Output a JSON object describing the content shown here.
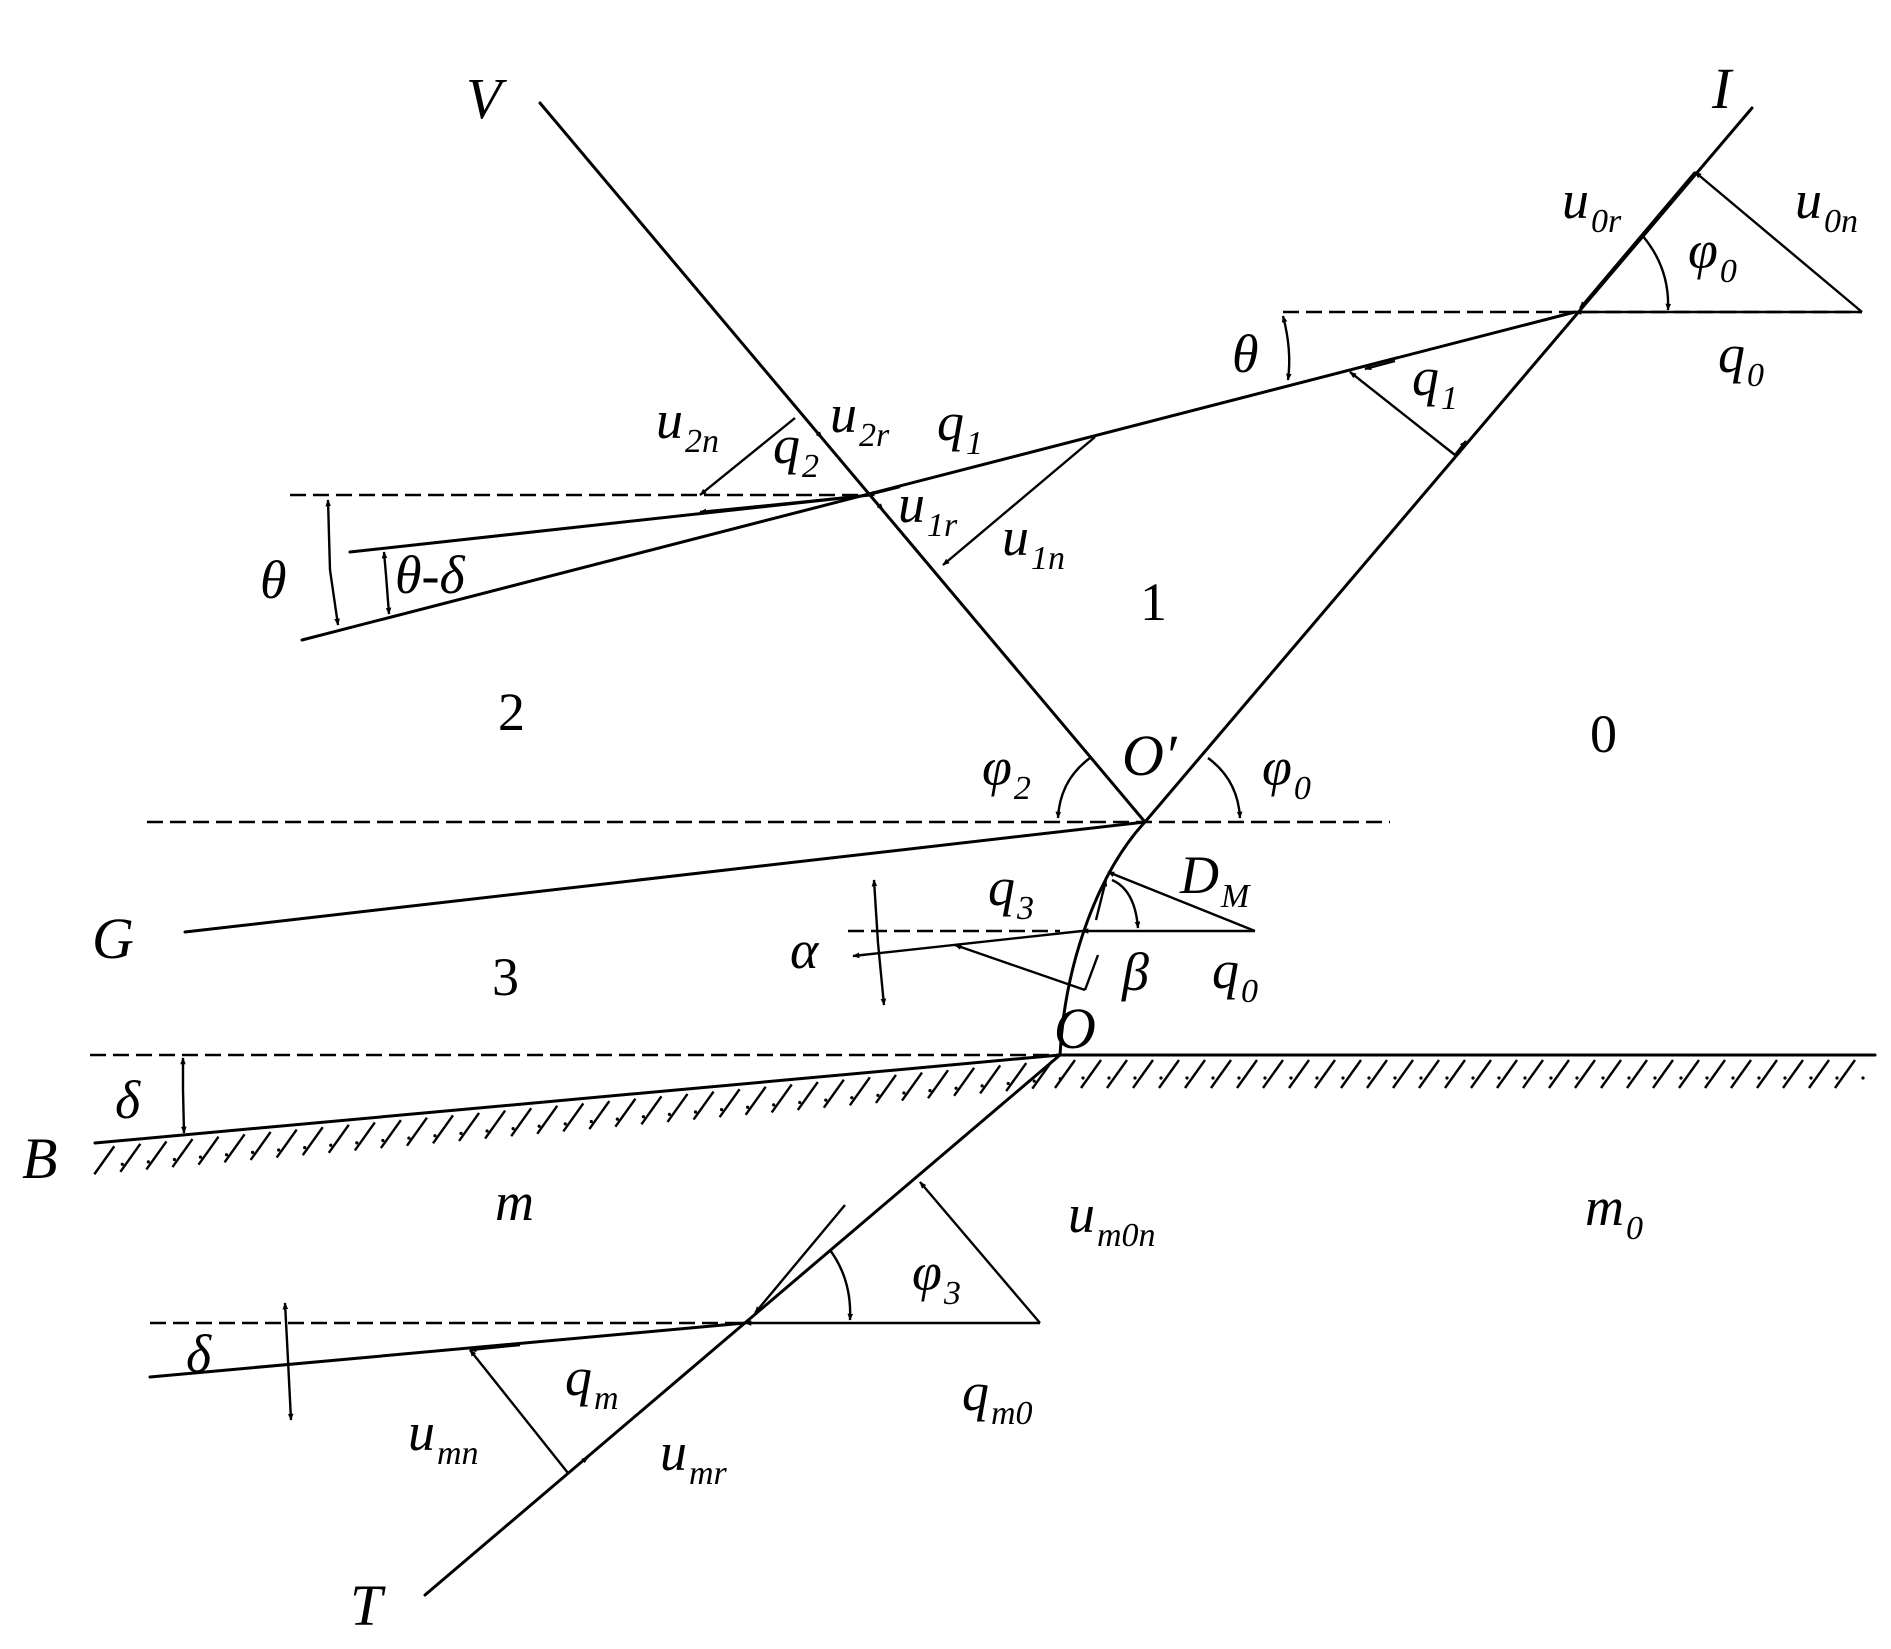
{
  "diagram": {
    "points": {
      "V": "V",
      "I": "I",
      "G": "G",
      "B": "B",
      "T": "T",
      "O": "O",
      "O_prime": "O′",
      "D_M": {
        "base": "D",
        "sub": "M"
      }
    },
    "regions": [
      "0",
      "1",
      "2",
      "3",
      "m",
      "m0"
    ],
    "region_m0": {
      "base": "m",
      "sub": "0"
    },
    "angles": {
      "theta": "θ",
      "theta_minus_delta": "θ-δ",
      "delta": "δ",
      "alpha": "α",
      "beta": "β",
      "phi0": {
        "base": "φ",
        "sub": "0"
      },
      "phi2": {
        "base": "φ",
        "sub": "2"
      },
      "phi3": {
        "base": "φ",
        "sub": "3"
      }
    },
    "vectors": {
      "q0": {
        "base": "q",
        "sub": "0"
      },
      "q1": {
        "base": "q",
        "sub": "1"
      },
      "q2": {
        "base": "q",
        "sub": "2"
      },
      "q3": {
        "base": "q",
        "sub": "3"
      },
      "qm": {
        "base": "q",
        "sub": "m"
      },
      "qm0": {
        "base": "q",
        "sub": "m0"
      },
      "u0r": {
        "base": "u",
        "sub": "0r"
      },
      "u0n": {
        "base": "u",
        "sub": "0n"
      },
      "u1r": {
        "base": "u",
        "sub": "1r"
      },
      "u1n": {
        "base": "u",
        "sub": "1n"
      },
      "u2r": {
        "base": "u",
        "sub": "2r"
      },
      "u2n": {
        "base": "u",
        "sub": "2n"
      },
      "um0n": {
        "base": "u",
        "sub": "m0n"
      },
      "umn": {
        "base": "u",
        "sub": "mn"
      },
      "umr": {
        "base": "u",
        "sub": "mr"
      }
    }
  }
}
